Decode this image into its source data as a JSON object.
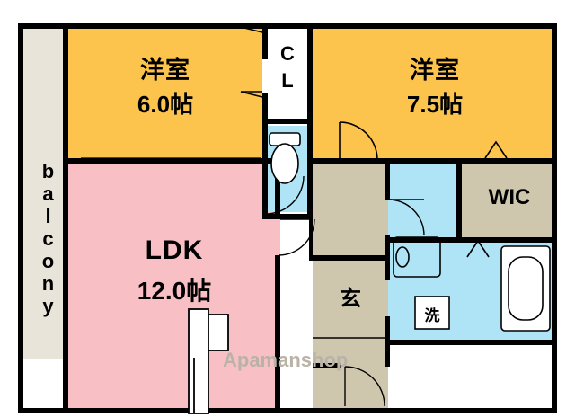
{
  "plan": {
    "watermark": "Apamanshop",
    "rooms": [
      {
        "id": "washitsu_left",
        "name": "洋室",
        "area": "6.0帖",
        "fill": "#fcc44c"
      },
      {
        "id": "washitsu_right",
        "name": "洋室",
        "area": "7.5帖",
        "fill": "#fcc44c"
      },
      {
        "id": "ldk",
        "name": "LDK",
        "area": "12.0帖",
        "fill": "#f8c0c4"
      },
      {
        "id": "closet",
        "name": "CL",
        "fill": "#ffffff"
      },
      {
        "id": "wic",
        "name": "WIC",
        "fill": "#cfc6ae"
      },
      {
        "id": "genkan",
        "name": "玄",
        "fill": "#cfc6ae"
      },
      {
        "id": "washroom",
        "name": "洗",
        "fill": "#ffffff"
      },
      {
        "id": "balcony",
        "name": "balcony",
        "fill": "#e8e4da"
      }
    ],
    "labels": {
      "balcony": "balcony",
      "cl_line1": "C",
      "cl_line2": "L",
      "wic": "WIC",
      "genkan": "玄",
      "sen": "洗",
      "room_name": "洋室",
      "left_area": "6.0帖",
      "right_area": "7.5帖",
      "ldk_name": "LDK",
      "ldk_area": "12.0帖"
    },
    "colors": {
      "wall": "#000000",
      "yellow": "#fcc44c",
      "pink": "#f8c0c4",
      "cyan": "#aee4f5",
      "tan": "#cfc6ae",
      "grey": "#e8e4da",
      "watermark": "#b9b2a6"
    }
  }
}
